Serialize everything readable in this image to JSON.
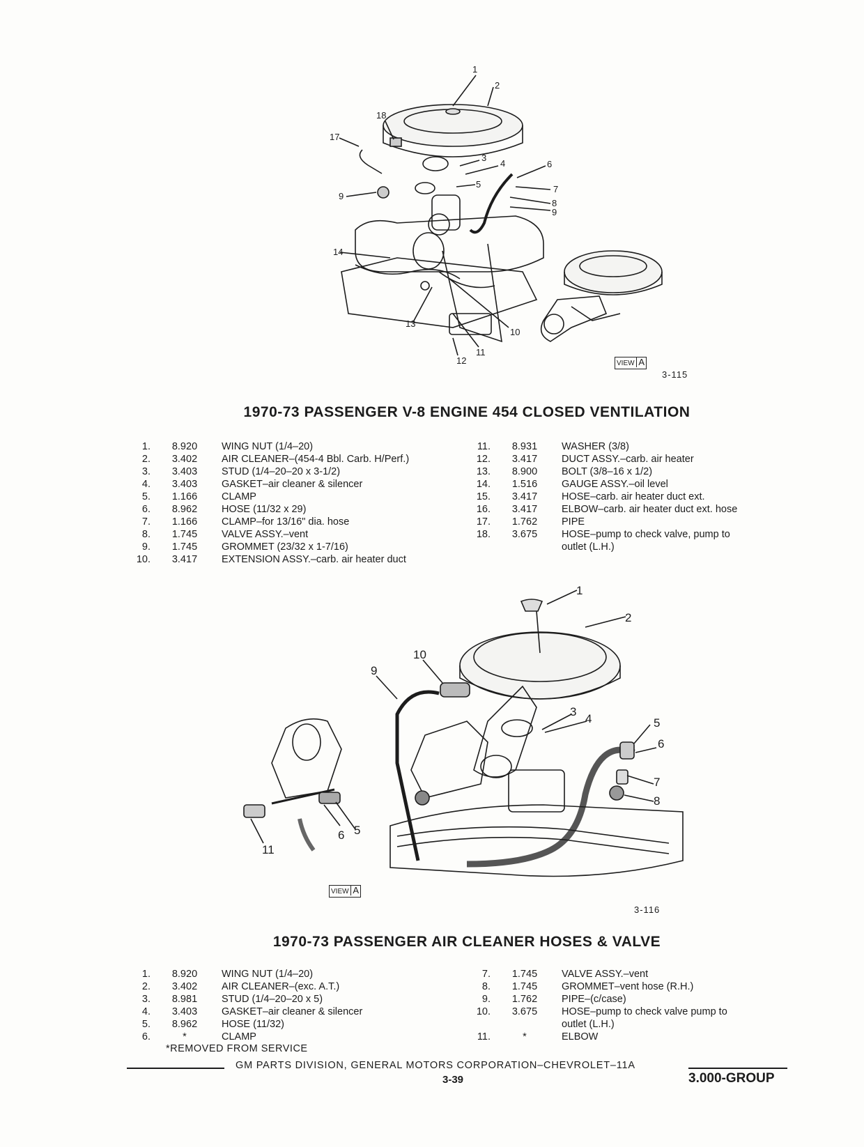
{
  "figure1": {
    "id": "3-115",
    "view_tag": "VIEW",
    "view_letter": "A",
    "callouts": [
      "1",
      "2",
      "3",
      "4",
      "5",
      "6",
      "7",
      "8",
      "9",
      "9",
      "10",
      "11",
      "12",
      "13",
      "14",
      "17",
      "18"
    ]
  },
  "section1": {
    "title": "1970-73 PASSENGER V-8 ENGINE 454 CLOSED VENTILATION",
    "left": [
      {
        "no": "1.",
        "code": "8.920",
        "desc": "WING NUT (1/4–20)"
      },
      {
        "no": "2.",
        "code": "3.402",
        "desc": "AIR CLEANER–(454-4 Bbl. Carb. H/Perf.)"
      },
      {
        "no": "3.",
        "code": "3.403",
        "desc": "STUD (1/4–20–20 x 3-1/2)"
      },
      {
        "no": "4.",
        "code": "3.403",
        "desc": "GASKET–air cleaner & silencer"
      },
      {
        "no": "5.",
        "code": "1.166",
        "desc": "CLAMP"
      },
      {
        "no": "6.",
        "code": "8.962",
        "desc": "HOSE (11/32 x 29)"
      },
      {
        "no": "7.",
        "code": "1.166",
        "desc": "CLAMP–for 13/16\" dia. hose"
      },
      {
        "no": "8.",
        "code": "1.745",
        "desc": "VALVE ASSY.–vent"
      },
      {
        "no": "9.",
        "code": "1.745",
        "desc": "GROMMET (23/32 x 1-7/16)"
      },
      {
        "no": "10.",
        "code": "3.417",
        "desc": "EXTENSION ASSY.–carb. air heater duct"
      }
    ],
    "right": [
      {
        "no": "11.",
        "code": "8.931",
        "desc": "WASHER (3/8)"
      },
      {
        "no": "12.",
        "code": "3.417",
        "desc": "DUCT ASSY.–carb. air heater"
      },
      {
        "no": "13.",
        "code": "8.900",
        "desc": "BOLT (3/8–16 x 1/2)"
      },
      {
        "no": "14.",
        "code": "1.516",
        "desc": "GAUGE ASSY.–oil level"
      },
      {
        "no": "15.",
        "code": "3.417",
        "desc": "HOSE–carb. air heater duct ext."
      },
      {
        "no": "16.",
        "code": "3.417",
        "desc": "ELBOW–carb. air heater duct ext. hose"
      },
      {
        "no": "17.",
        "code": "1.762",
        "desc": "PIPE"
      },
      {
        "no": "18.",
        "code": "3.675",
        "desc": "HOSE–pump to check valve, pump to"
      }
    ],
    "right_continuation": "outlet (L.H.)"
  },
  "figure2": {
    "id": "3-116",
    "view_tag": "VIEW",
    "view_letter": "A",
    "callouts": [
      "1",
      "2",
      "3",
      "4",
      "5",
      "6",
      "7",
      "8",
      "9",
      "10",
      "5",
      "6",
      "11"
    ]
  },
  "section2": {
    "title": "1970-73 PASSENGER AIR CLEANER HOSES & VALVE",
    "left": [
      {
        "no": "1.",
        "code": "8.920",
        "desc": "WING NUT (1/4–20)"
      },
      {
        "no": "2.",
        "code": "3.402",
        "desc": "AIR CLEANER–(exc. A.T.)"
      },
      {
        "no": "3.",
        "code": "8.981",
        "desc": "STUD (1/4–20–20 x 5)"
      },
      {
        "no": "4.",
        "code": "3.403",
        "desc": "GASKET–air cleaner & silencer"
      },
      {
        "no": "5.",
        "code": "8.962",
        "desc": "HOSE (11/32)"
      },
      {
        "no": "6.",
        "code": "*",
        "desc": "CLAMP"
      }
    ],
    "right": [
      {
        "no": "7.",
        "code": "1.745",
        "desc": "VALVE ASSY.–vent"
      },
      {
        "no": "8.",
        "code": "1.745",
        "desc": "GROMMET–vent hose (R.H.)"
      },
      {
        "no": "9.",
        "code": "1.762",
        "desc": "PIPE–(c/case)"
      },
      {
        "no": "10.",
        "code": "3.675",
        "desc": "HOSE–pump to check valve pump to"
      }
    ],
    "right_continuation": "outlet (L.H.)",
    "right_last": {
      "no": "11.",
      "code": "*",
      "desc": "ELBOW"
    },
    "note": "*REMOVED FROM SERVICE"
  },
  "footer": {
    "division": "GM PARTS DIVISION, GENERAL MOTORS CORPORATION–CHEVROLET–11A",
    "page": "3-39",
    "group": "3.000-GROUP"
  }
}
